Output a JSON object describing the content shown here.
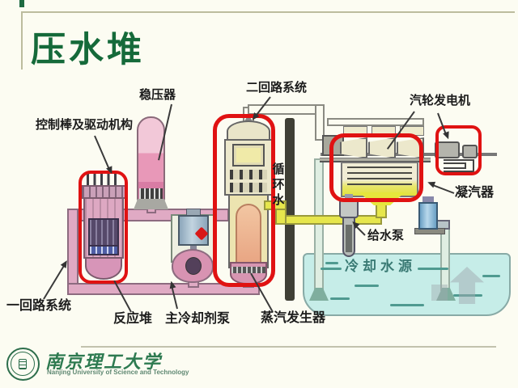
{
  "slide": {
    "title": "压水堆"
  },
  "diagram": {
    "labels": {
      "control_rods": "控制棒及驱动机构",
      "pressurizer": "稳压器",
      "secondary_loop": "二回路系统",
      "turbine_generator": "汽轮发电机",
      "condenser": "凝汽器",
      "circulating_water": "循环水",
      "feedwater_pump": "给水泵",
      "primary_loop": "一回路系统",
      "reactor": "反应堆",
      "main_coolant_pump": "主冷却剂泵",
      "steam_generator": "蒸汽发生器",
      "cooling_water_source": "冷却水源"
    },
    "colors": {
      "highlight_red": "#e01212",
      "primary_pipe_pink": "#e0aac4",
      "secondary_pipe_yellow": "#e6e64c",
      "cooling_water_cyan": "#c6ede8",
      "title_green": "#156a3a"
    }
  },
  "footer": {
    "university_cn": "南京理工大学",
    "university_en": "Nanjing University of Science and Technology"
  }
}
